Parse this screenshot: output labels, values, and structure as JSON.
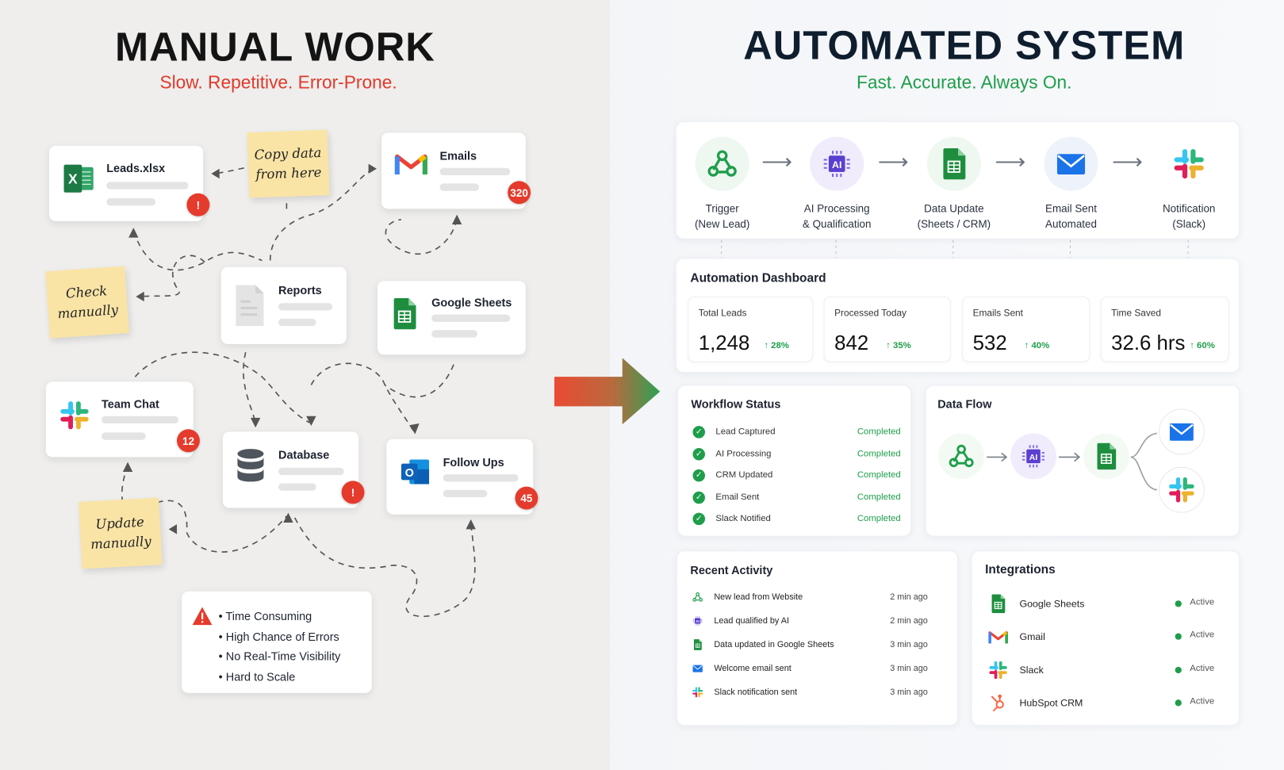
{
  "manual": {
    "title": "MANUAL WORK",
    "subtitle": "Slow. Repetitive. Error-Prone.",
    "cards": [
      {
        "label": "Leads.xlsx",
        "icon": "excel-icon",
        "badge": "!"
      },
      {
        "label": "Emails",
        "icon": "gmail-icon",
        "badge": "320"
      },
      {
        "label": "Reports",
        "icon": "document-icon",
        "badge": null
      },
      {
        "label": "Google Sheets",
        "icon": "google-sheets-icon",
        "badge": null
      },
      {
        "label": "Team Chat",
        "icon": "slack-icon",
        "badge": "12"
      },
      {
        "label": "Database",
        "icon": "database-icon",
        "badge": "!"
      },
      {
        "label": "Follow Ups",
        "icon": "outlook-icon",
        "badge": "45"
      }
    ],
    "notes": [
      "Copy data from here",
      "Check manually",
      "Update manually"
    ],
    "problems": [
      "Time Consuming",
      "High Chance of Errors",
      "No Real-Time Visibility",
      "Hard to Scale"
    ]
  },
  "automated": {
    "title": "AUTOMATED SYSTEM",
    "subtitle": "Fast. Accurate. Always On.",
    "pipeline": [
      {
        "line1": "Trigger",
        "line2": "(New Lead)",
        "icon": "webhook-icon"
      },
      {
        "line1": "AI Processing",
        "line2": "& Qualification",
        "icon": "ai-chip-icon"
      },
      {
        "line1": "Data Update",
        "line2": "(Sheets / CRM)",
        "icon": "google-sheets-icon"
      },
      {
        "line1": "Email Sent",
        "line2": "Automated",
        "icon": "mail-icon"
      },
      {
        "line1": "Notification",
        "line2": "(Slack)",
        "icon": "slack-icon"
      }
    ],
    "dashboard": {
      "title": "Automation Dashboard",
      "stats": [
        {
          "label": "Total Leads",
          "value": "1,248",
          "change": "↑ 28%"
        },
        {
          "label": "Processed Today",
          "value": "842",
          "change": "↑ 35%"
        },
        {
          "label": "Emails Sent",
          "value": "532",
          "change": "↑ 40%"
        },
        {
          "label": "Time Saved",
          "value": "32.6 hrs",
          "change": "↑ 60%"
        }
      ]
    },
    "workflow": {
      "title": "Workflow Status",
      "items": [
        {
          "label": "Lead Captured",
          "status": "Completed"
        },
        {
          "label": "AI Processing",
          "status": "Completed"
        },
        {
          "label": "CRM Updated",
          "status": "Completed"
        },
        {
          "label": "Email Sent",
          "status": "Completed"
        },
        {
          "label": "Slack Notified",
          "status": "Completed"
        }
      ]
    },
    "dataflow": {
      "title": "Data Flow"
    },
    "activity": {
      "title": "Recent Activity",
      "items": [
        {
          "label": "New lead from Website",
          "time": "2 min ago",
          "icon": "webhook-icon"
        },
        {
          "label": "Lead qualified by AI",
          "time": "2 min ago",
          "icon": "ai-chip-icon"
        },
        {
          "label": "Data updated in Google Sheets",
          "time": "3 min ago",
          "icon": "google-sheets-icon"
        },
        {
          "label": "Welcome email sent",
          "time": "3 min ago",
          "icon": "mail-icon"
        },
        {
          "label": "Slack notification sent",
          "time": "3 min ago",
          "icon": "slack-icon"
        }
      ]
    },
    "integrations": {
      "title": "Integrations",
      "items": [
        {
          "label": "Google Sheets",
          "status": "Active",
          "icon": "google-sheets-icon"
        },
        {
          "label": "Gmail",
          "status": "Active",
          "icon": "gmail-icon"
        },
        {
          "label": "Slack",
          "status": "Active",
          "icon": "slack-icon"
        },
        {
          "label": "HubSpot CRM",
          "status": "Active",
          "icon": "hubspot-icon"
        }
      ]
    }
  },
  "colors": {
    "error": "#e53b2c",
    "success": "#1e9e4a",
    "sticky": "#f9e4a6"
  }
}
